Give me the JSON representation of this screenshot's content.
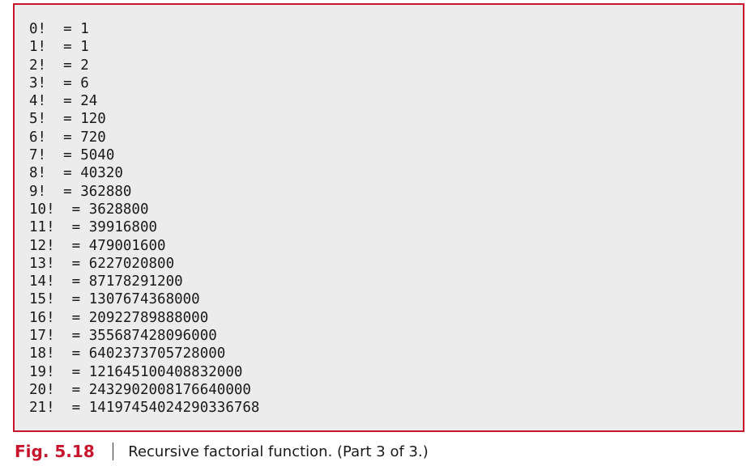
{
  "output": {
    "lines": [
      "0!  = 1",
      "1!  = 1",
      "2!  = 2",
      "3!  = 6",
      "4!  = 24",
      "5!  = 120",
      "6!  = 720",
      "7!  = 5040",
      "8!  = 40320",
      "9!  = 362880",
      "10!  = 3628800",
      "11!  = 39916800",
      "12!  = 479001600",
      "13!  = 6227020800",
      "14!  = 87178291200",
      "15!  = 1307674368000",
      "16!  = 20922789888000",
      "17!  = 355687428096000",
      "18!  = 6402373705728000",
      "19!  = 121645100408832000",
      "20!  = 2432902008176640000",
      "21!  = 14197454024290336768"
    ]
  },
  "caption": {
    "figure_label": "Fig. 5.18",
    "title": "Recursive factorial function. (Part 3 of 3.)"
  },
  "colors": {
    "accent": "#c8142c",
    "panel_background": "#ececec"
  }
}
